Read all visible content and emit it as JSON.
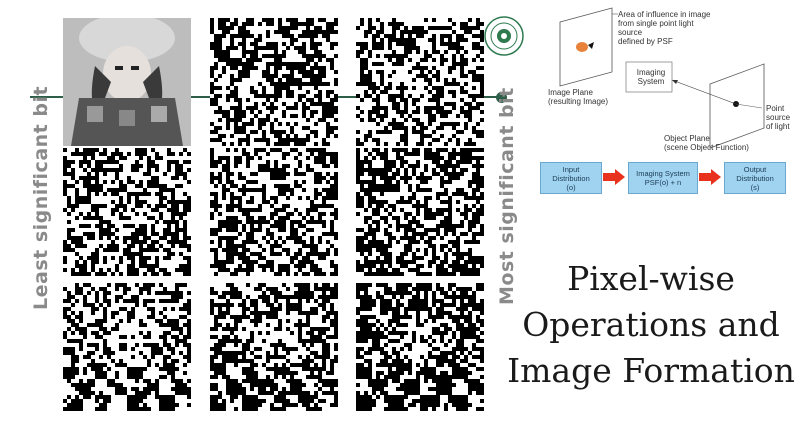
{
  "left_label": "Least significant bit",
  "right_label": "Most significant bit",
  "diagram": {
    "influence_lines": [
      "Area of influence in image",
      "from single point light",
      "source",
      "defined by PSF"
    ],
    "image_plane_lines": [
      "Image Plane",
      "(resulting Image)"
    ],
    "imaging_system_lines": [
      "Imaging",
      "System"
    ],
    "point_source_lines": [
      "Point",
      "source",
      "of light"
    ],
    "object_plane_lines": [
      "Object Plane",
      "(scene Object Function)"
    ]
  },
  "pipeline": {
    "input": [
      "Input",
      "Distribution",
      "(o)"
    ],
    "system": [
      "Imaging System",
      "PSF(o) + n"
    ],
    "output": [
      "Output",
      "Distribution",
      "(s)"
    ]
  },
  "title_lines": [
    "Pixel-wise",
    "Operations and",
    "Image Formation"
  ],
  "colors": {
    "accent_green": "#2d5e48",
    "pipeline_box": "#9fd3f0",
    "arrow_red": "#e8321e"
  },
  "grid": {
    "rows": 3,
    "cols": 3,
    "tiles": [
      {
        "kind": "photo"
      },
      {
        "kind": "noise"
      },
      {
        "kind": "noise-sparse"
      },
      {
        "kind": "noise-structure"
      },
      {
        "kind": "structure"
      },
      {
        "kind": "structure-dark"
      },
      {
        "kind": "bits-6"
      },
      {
        "kind": "bits-7"
      },
      {
        "kind": "bits-8"
      }
    ]
  }
}
